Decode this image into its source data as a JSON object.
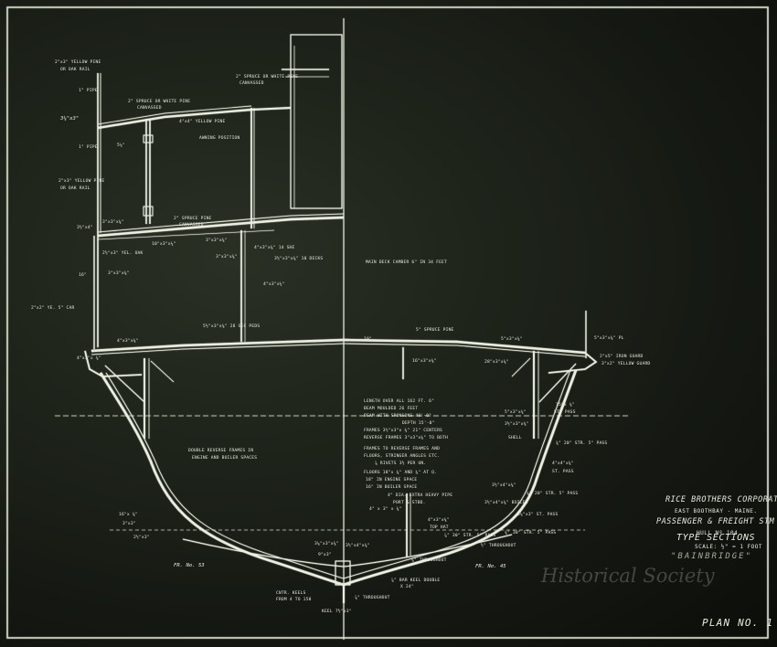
{
  "title_block": {
    "company": "RICE BROTHERS CORPORATION",
    "location": "EAST BOOTHBAY - MAINE.",
    "vessel_type": "PASSENGER & FREIGHT STM",
    "hull": "HULL Nº 104",
    "drawing_title": "TYPE SECTIONS",
    "scale": "SCALE: ½\" = 1 FOOT",
    "vessel_name": "\"BAINBRIDGE\"",
    "plan_number": "PLAN NO. 1"
  },
  "watermark": "Historical Society",
  "notes": {
    "particulars": [
      "LENGTH OVER ALL 162 FT. 6\"",
      "BEAM MOULDED 26 FEET",
      "BEAM WITH SPONSONS 40'-0\"",
      "DEPTH 15'-0\"",
      "FRAMES 3½\"x3\"x ⅜\" 21\" CENTERS",
      "REVERSE FRAMES 3\"x3\"x⅜\" TO BOTH"
    ],
    "floors_text": [
      "FRAMES TO REVERSE FRAMES AND",
      "FLOORS, STRINGER ANGLES ETC.",
      "⅞ RIVETS 3½ PER UN."
    ],
    "floors_thickness": [
      "FLOORS 18\"x ⅜\" AND ⅜\" AT Q.",
      "18\" IN ENGINE SPACE",
      "16\" IN BOILER SPACE"
    ],
    "double_reverse": [
      "DOUBLE REVERSE FRAMES IN",
      "ENGINE AND BOILER SPACES"
    ],
    "main_deck_camber": "MAIN DECK CAMBER 6\" IN 34 FEET"
  },
  "labels": {
    "top_rail": [
      "2\"x3\" YELLOW PINE",
      "OR OAK RAIL"
    ],
    "mid_rail": [
      "2\"x3\" YELLOW PINE",
      "OR OAK RAIL"
    ],
    "top_pipe": "1\" PIPE",
    "mid_pipe": "1\" PIPE",
    "pipe_345": "3¼\"x3\"",
    "dim_54": "5¼\"",
    "dim_3½": "3½\"x4\"",
    "upper_deck_left": "2\" SPRUCE OR WHITE PINE",
    "upper_deck_left2": "CANVASSED",
    "upper_deck_right": "2\" SPRUCE OR WHITE PINE",
    "upper_deck_right2": "CANVASSED",
    "deck_beam_top": "4\"x4\" YELLOW PINE",
    "awning": "AWNING POSITION",
    "spruce_mid": "2\" SPRUCE PINE",
    "spruce_mid2": "CANVASSED",
    "beam_left_1": "3\"x3\"x⅜\"",
    "beam_mid_1": "10\"x3\"x¼\"",
    "beam_right_1": "4\"x3\"x⅜\" 14 SHE",
    "beam_right_2": "3½\"x3\"x⅜\" 10 DECKS",
    "beam_right_3": "4\"x3\"x¼\"",
    "left_pil": "3\"x3\"x⅜\"",
    "left_mid": "3\"x3\"x⅜\"",
    "left_web": "16\"",
    "left_eye": "2½\"x3\" YEL. OAK",
    "left_p1": "2\"x2\" YE. 5\" CAR",
    "sheer": "3\"x3\"x⅜\"",
    "main_beam_l": "5½\"x3\"x⅜\" 28 SEC PEDS",
    "main_beam_l2": "4\"x3\"x⅜\"",
    "md_pine_right": "5\" SPRUCE PINE",
    "md_right_a": "10\"",
    "md_right_b": "5\"x3\"x⅜\"",
    "md_right_c": "16\"x3\"x⅜\"",
    "md_right_d": "28\"x3\"x⅜\"",
    "rail_right1": "5\"x3\"x⅜\" PL",
    "rail_right2": "2\"x5\" IRON GUARD",
    "rail_right3": "3\"x2\" YELLOW GUARD",
    "bilge_r1": "15\"x ⅜\"",
    "bilge_r2": "5\"x3\"x⅜\"",
    "bilge_r3": "ST. PASS",
    "bilge_r4": "3½\"x3\"x⅜\"",
    "bilge_r5": "SHELL",
    "bilge_r6": "⅜\" 20\" STR. 5\" PASS",
    "bilge_r7": "4\"x4\"x⅜\"",
    "bilge_r8": "ST. PASS",
    "bilge_r9": "3½\"x4\"x⅜\"",
    "bilge_r10": "3½\"x4\"x⅜\" BOILER",
    "bilge_r11": "⅜\" 20\" STR. 5\" PASS",
    "bilge_r12": "3¼\"x3\" ST. PASS",
    "bilge_r13": "⅜\" 30\" STR. 5\" PASS",
    "bottom_r1": "⅞\" 30\" STR. 5\" PASS",
    "bottom_r2": "½\" THROUGHOUT",
    "bottom_r3": "⅜\" THROUGHOUT",
    "frame_45": "FR. No. 45",
    "frame_53": "FR. No. 53",
    "center_a": "3⅛\"x3\"x⅜\"",
    "center_b": "9\"x3\"",
    "center_c": "3½\"x4\"x⅜\"",
    "center_d": "8\"x18\"",
    "center_e": "4\"x3\"x⅜\"",
    "center_f": "TOP HAT",
    "keel_cl": "CNTR. KEELS",
    "keel_cl2": "FROM 4 TO 150",
    "keel": "KEEL 7½\"x3\"",
    "keel_rib": "⅞\" THROUGHOUT",
    "keel_rib2": "⅞\" BAR KEEL DOUBLE",
    "keel_rib3": "X 24\"",
    "pipe_stanch": "4\" DIA. EXTRA HEAVY PIPE",
    "pipe_stanch2": "PORT & STBD.",
    "stringer_cross": "4\" x 3\" x ⅜\"",
    "left_bottom_1": "16\"x ⅜\"",
    "left_bottom_2": "3\"x3\"",
    "left_bottom_3": "2½\"x3\"",
    "left_bottom_4": "4\"x3\"x ⅜\""
  }
}
